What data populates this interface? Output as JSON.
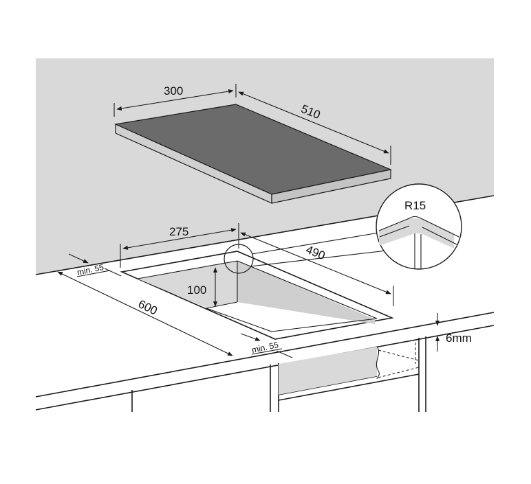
{
  "colors": {
    "wall": "#d9d9d9",
    "cooktop_surface": "#6b6b6b",
    "cooktop_edge": "#cccccc",
    "line": "#1a1a1a",
    "background": "#ffffff"
  },
  "dimensions": {
    "cooktop_width": "300",
    "cooktop_depth": "510",
    "cutout_width": "275",
    "cutout_depth": "490",
    "cutout_height": "100",
    "worktop_depth": "600",
    "min_back": "min. 55",
    "min_front": "min. 55",
    "gap": "6mm",
    "corner_radius": "R15"
  },
  "icons": [
    "arrow-head-icon"
  ]
}
